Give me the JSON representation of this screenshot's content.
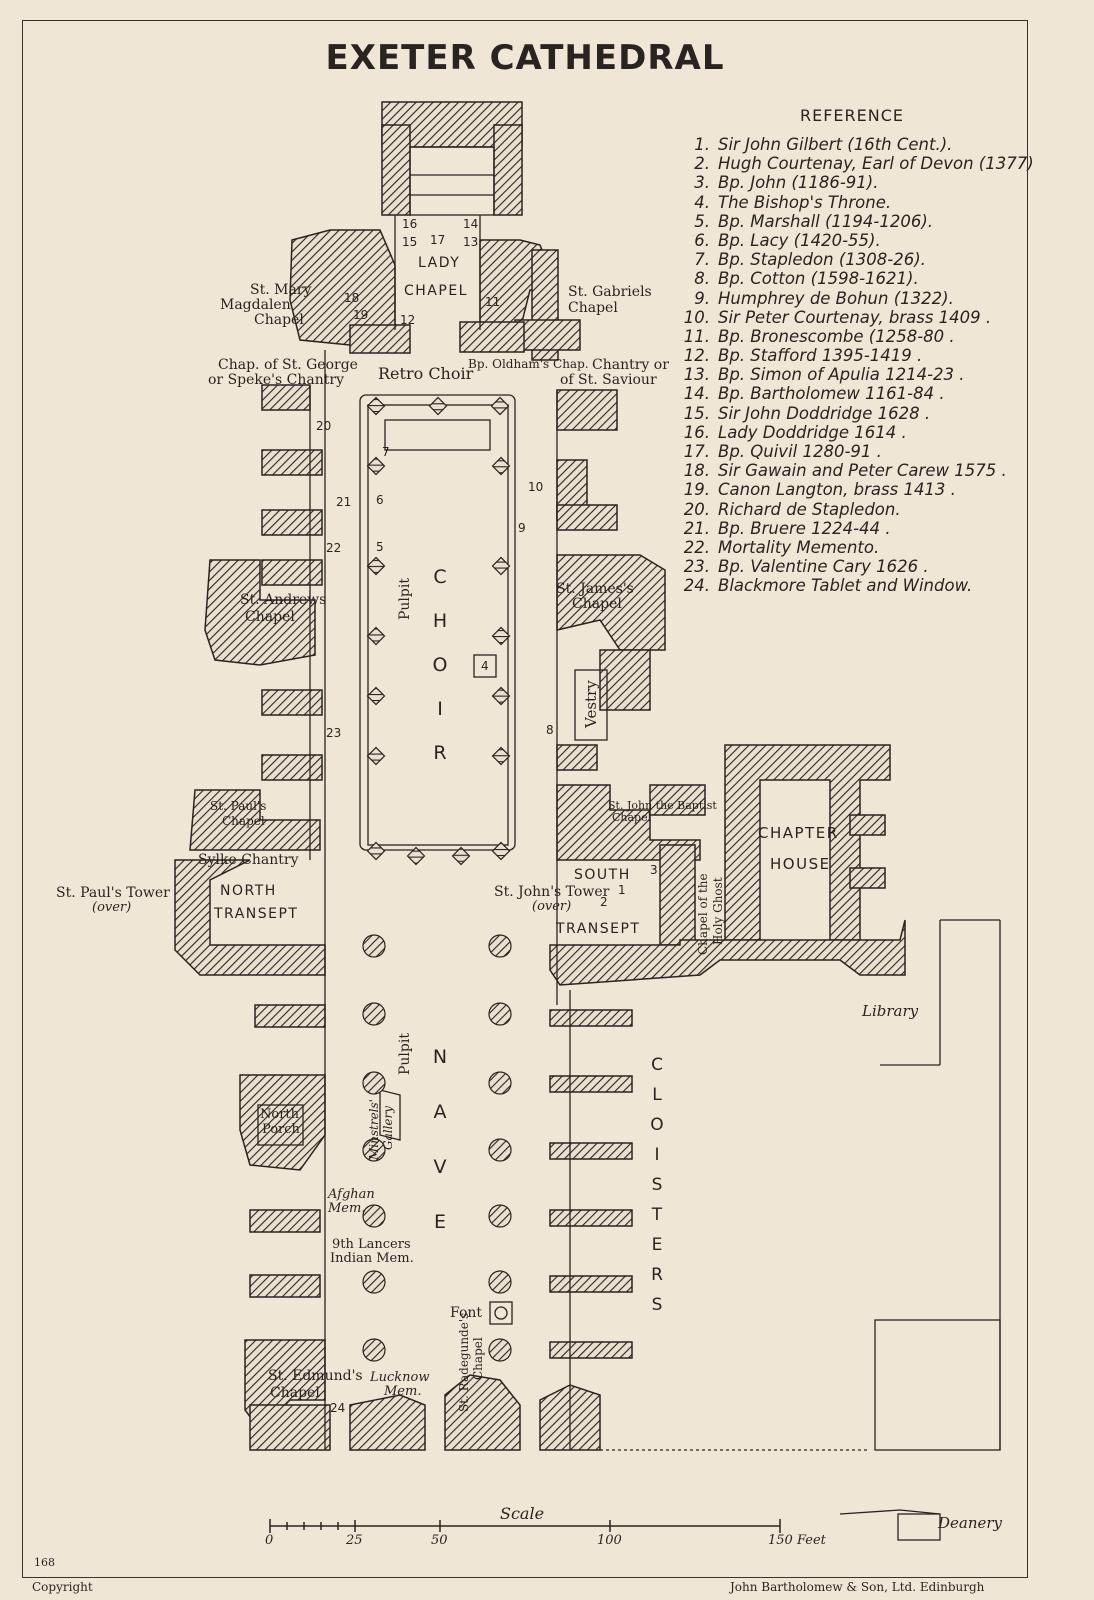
{
  "map": {
    "title": "EXETER CATHEDRAL",
    "reference_heading": "REFERENCE",
    "reference": [
      {
        "num": "1.",
        "text": "Sir John Gilbert (16th Cent.)."
      },
      {
        "num": "2.",
        "text": "Hugh Courtenay, Earl of Devon (1377)"
      },
      {
        "num": "3.",
        "text": "Bp. John (1186-91)."
      },
      {
        "num": "4.",
        "text": "The Bishop's Throne."
      },
      {
        "num": "5.",
        "text": "Bp. Marshall (1194-1206)."
      },
      {
        "num": "6.",
        "text": "Bp. Lacy (1420-55)."
      },
      {
        "num": "7.",
        "text": "Bp. Stapledon (1308-26)."
      },
      {
        "num": "8.",
        "text": "Bp. Cotton (1598-1621)."
      },
      {
        "num": "9.",
        "text": "Humphrey de Bohun (1322)."
      },
      {
        "num": "10.",
        "text": "Sir Peter Courtenay, brass 1409 ."
      },
      {
        "num": "11.",
        "text": "Bp. Bronescombe (1258-80 ."
      },
      {
        "num": "12.",
        "text": "Bp. Stafford 1395-1419 ."
      },
      {
        "num": "13.",
        "text": "Bp. Simon of Apulia 1214-23 ."
      },
      {
        "num": "14.",
        "text": "Bp. Bartholomew 1161-84 ."
      },
      {
        "num": "15.",
        "text": "Sir John Doddridge 1628 ."
      },
      {
        "num": "16.",
        "text": "Lady Doddridge 1614 ."
      },
      {
        "num": "17.",
        "text": "Bp. Quivil 1280-91 ."
      },
      {
        "num": "18.",
        "text": "Sir Gawain and Peter Carew 1575 ."
      },
      {
        "num": "19.",
        "text": "Canon Langton, brass 1413 ."
      },
      {
        "num": "20.",
        "text": "Richard de Stapledon."
      },
      {
        "num": "21.",
        "text": "Bp. Bruere 1224-44 ."
      },
      {
        "num": "22.",
        "text": "Mortality Memento."
      },
      {
        "num": "23.",
        "text": "Bp. Valentine Cary 1626 ."
      },
      {
        "num": "24.",
        "text": "Blackmore Tablet and Window."
      }
    ],
    "labels": {
      "lady_chapel_1": "LADY",
      "lady_chapel_2": "CHAPEL",
      "st_mary_1": "St. Mary",
      "st_mary_2": "Magdalen",
      "st_mary_3": "Chapel",
      "st_gabriel_1": "St. Gabriels",
      "st_gabriel_2": "Chapel",
      "st_george_1": "Chap. of St. George",
      "st_george_2": "or Speke's Chantry",
      "retro_choir": "Retro Choir",
      "oldham": "Bp. Oldham's Chap.",
      "st_saviour_1": "Chantry or",
      "st_saviour_2": "of St. Saviour",
      "st_andrew_1": "St. Andrews",
      "st_andrew_2": "Chapel",
      "st_james_1": "St. James's",
      "st_james_2": "Chapel",
      "pulpit_choir": "Pulpit",
      "choir": "CHOIR",
      "vestry": "Vestry",
      "st_paul_1": "St. Paul's",
      "st_paul_2": "Chapel",
      "sylke": "Sylke Chantry",
      "st_john_baptist_1": "St. John the Baptist",
      "st_john_baptist_2": "Chapel",
      "chapter_1": "CHAPTER",
      "chapter_2": "HOUSE",
      "holy_ghost_1": "Chapel of the",
      "holy_ghost_2": "Holy Ghost",
      "st_paul_tower": "St. Paul's Tower",
      "over_1": "(over)",
      "north_1": "NORTH",
      "north_2": "TRANSEPT",
      "south_1": "SOUTH",
      "south_2": "TRANSEPT",
      "st_john_tower": "St. John's Tower",
      "over_2": "(over)",
      "library": "Library",
      "pulpit_nave": "Pulpit",
      "minstrels_1": "Minstrels'",
      "minstrels_2": "Gallery",
      "nave": "NAVE",
      "cloisters": "CLOISTERS",
      "north_porch_1": "North",
      "north_porch_2": "Porch",
      "afghan_1": "Afghan",
      "afghan_2": "Mem.",
      "lancers_1": "9th Lancers",
      "lancers_2": "Indian Mem.",
      "font": "Font",
      "st_radegunde_1": "St. Radegunde's",
      "st_radegunde_2": "Chapel",
      "st_edmund_1": "St. Edmund's",
      "st_edmund_2": "Chapel",
      "lucknow_1": "Lucknow",
      "lucknow_2": "Mem.",
      "deanery": "Deanery"
    },
    "plan_numbers": [
      "1",
      "2",
      "3",
      "4",
      "5",
      "6",
      "7",
      "8",
      "9",
      "10",
      "11",
      "12",
      "13",
      "14",
      "15",
      "16",
      "17",
      "18",
      "19",
      "20",
      "21",
      "22",
      "23",
      "24"
    ],
    "scale": {
      "title": "Scale",
      "ticks": [
        "0",
        "25",
        "50",
        "100",
        "150 Feet"
      ]
    },
    "page_number": "168",
    "copyright": "Copyright",
    "publisher": "John Bartholomew & Son, Ltd. Edinburgh"
  }
}
